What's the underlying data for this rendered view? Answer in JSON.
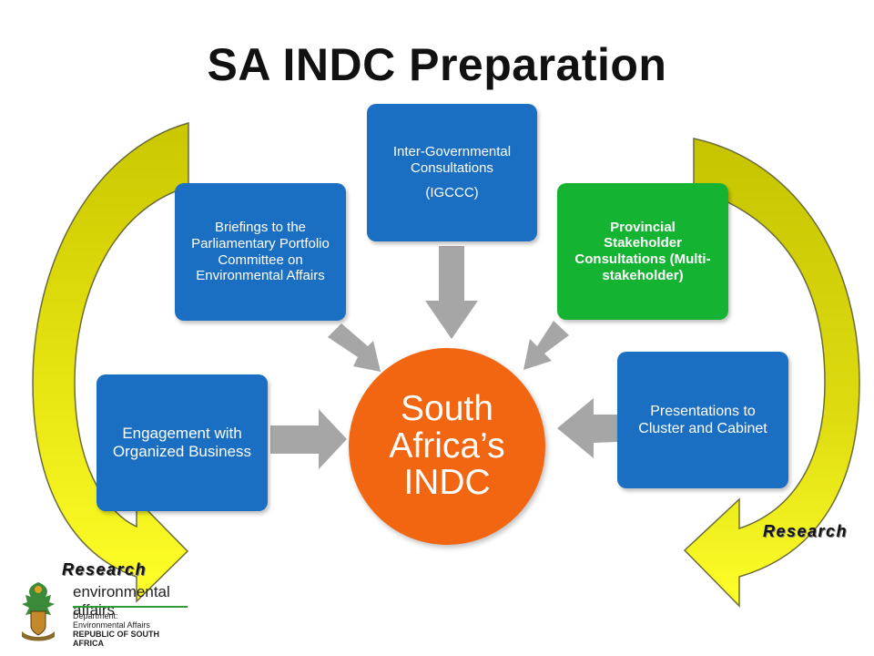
{
  "title": "SA INDC Preparation",
  "center": {
    "label": "South Africa’s INDC",
    "color": "#f26511"
  },
  "boxes": {
    "engagement": "Engagement with Organized Business",
    "briefings": "Briefings to the Parliamentary Portfolio Committee on Environmental Affairs",
    "intergov_line1": "Inter-Governmental Consultations",
    "intergov_line2": "(IGCCC)",
    "provincial": "Provincial Stakeholder Consultations (Multi-stakeholder)",
    "presentations": "Presentations to Cluster and Cabinet"
  },
  "research_labels": {
    "left": "Research",
    "right": "Research"
  },
  "logo": {
    "name": "environmental affairs",
    "line1": "Department:",
    "line2": "Environmental Affairs",
    "line3": "REPUBLIC OF SOUTH AFRICA"
  },
  "colors": {
    "box_blue": "#1b6fc2",
    "box_green": "#14b432",
    "arrow_gray": "#a6a6a6",
    "curve_yellow": "#f3f01e",
    "curve_olive": "#c6c400"
  }
}
